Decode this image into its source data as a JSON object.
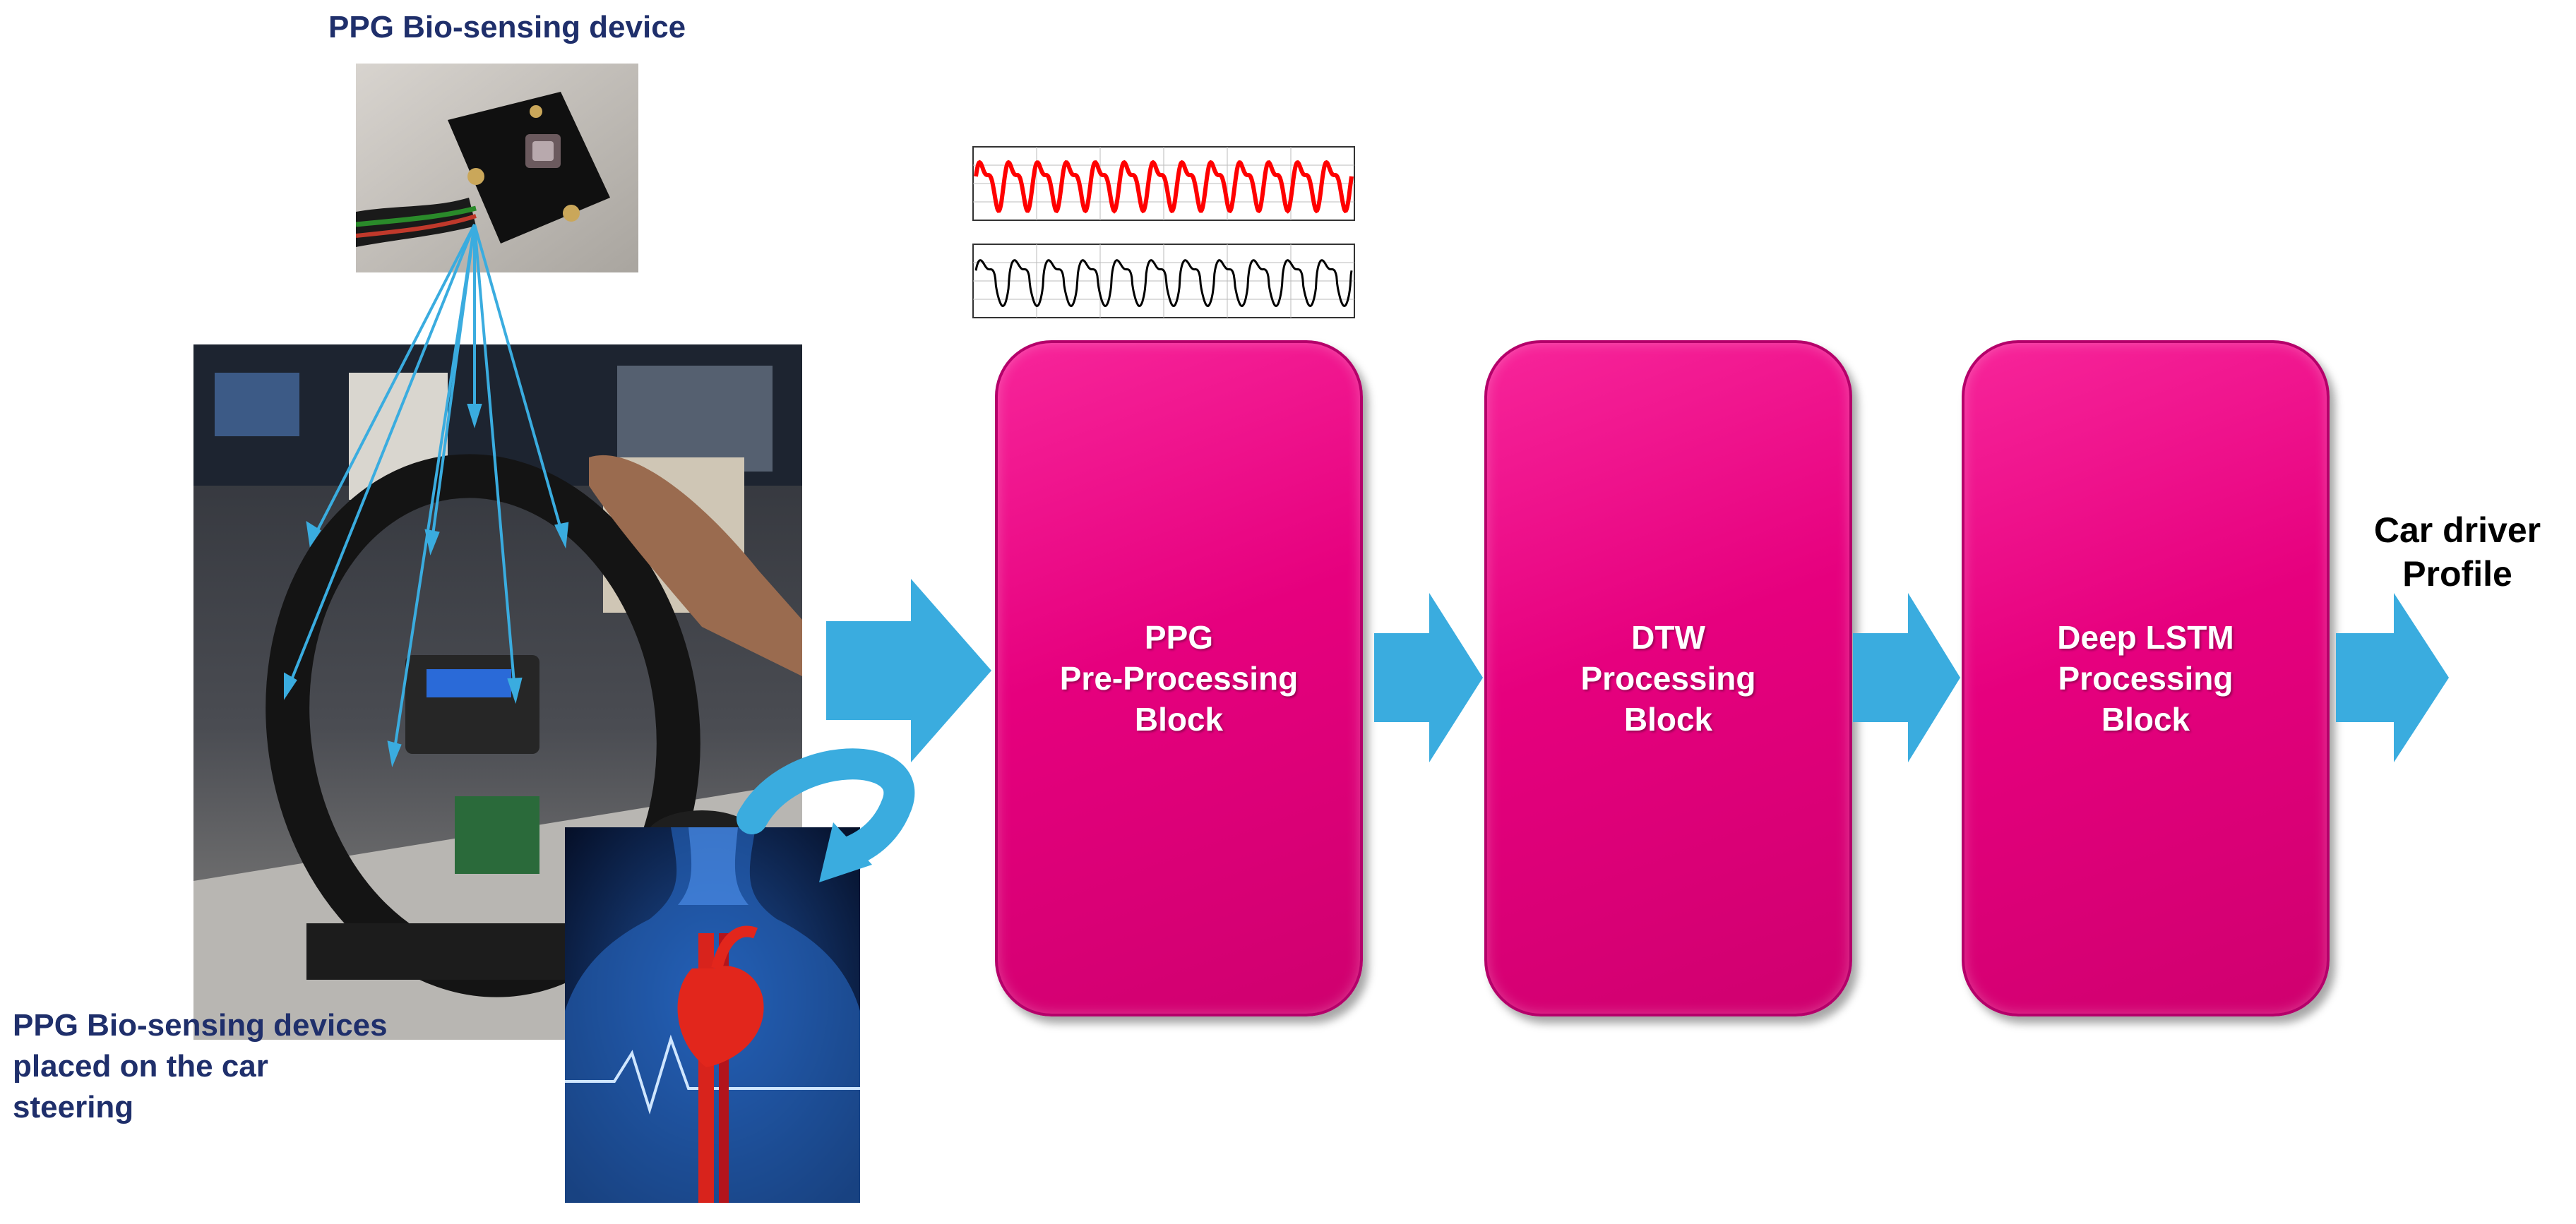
{
  "captions": {
    "device": "PPG Bio-sensing device",
    "steering_lines": [
      "PPG Bio-sensing devices",
      "placed on the car",
      "steering"
    ]
  },
  "blocks": [
    {
      "id": "ppg",
      "lines": [
        "PPG",
        "Pre-Processing",
        "Block"
      ]
    },
    {
      "id": "dtw",
      "lines": [
        "DTW",
        "Processing",
        "Block"
      ]
    },
    {
      "id": "lstm",
      "lines": [
        "Deep LSTM",
        "Processing",
        "Block"
      ]
    }
  ],
  "output": {
    "lines": [
      "Car driver",
      "Profile"
    ]
  },
  "colors": {
    "block_fill": "#e6007e",
    "arrow": "#3aacdf",
    "caption": "#1f2f6b",
    "ppg_signal": "#ff0000",
    "dtw_signal": "#000000"
  },
  "icons": {
    "flow_arrow": "right-arrow-icon",
    "curved_arrow": "curved-arrow-icon"
  }
}
